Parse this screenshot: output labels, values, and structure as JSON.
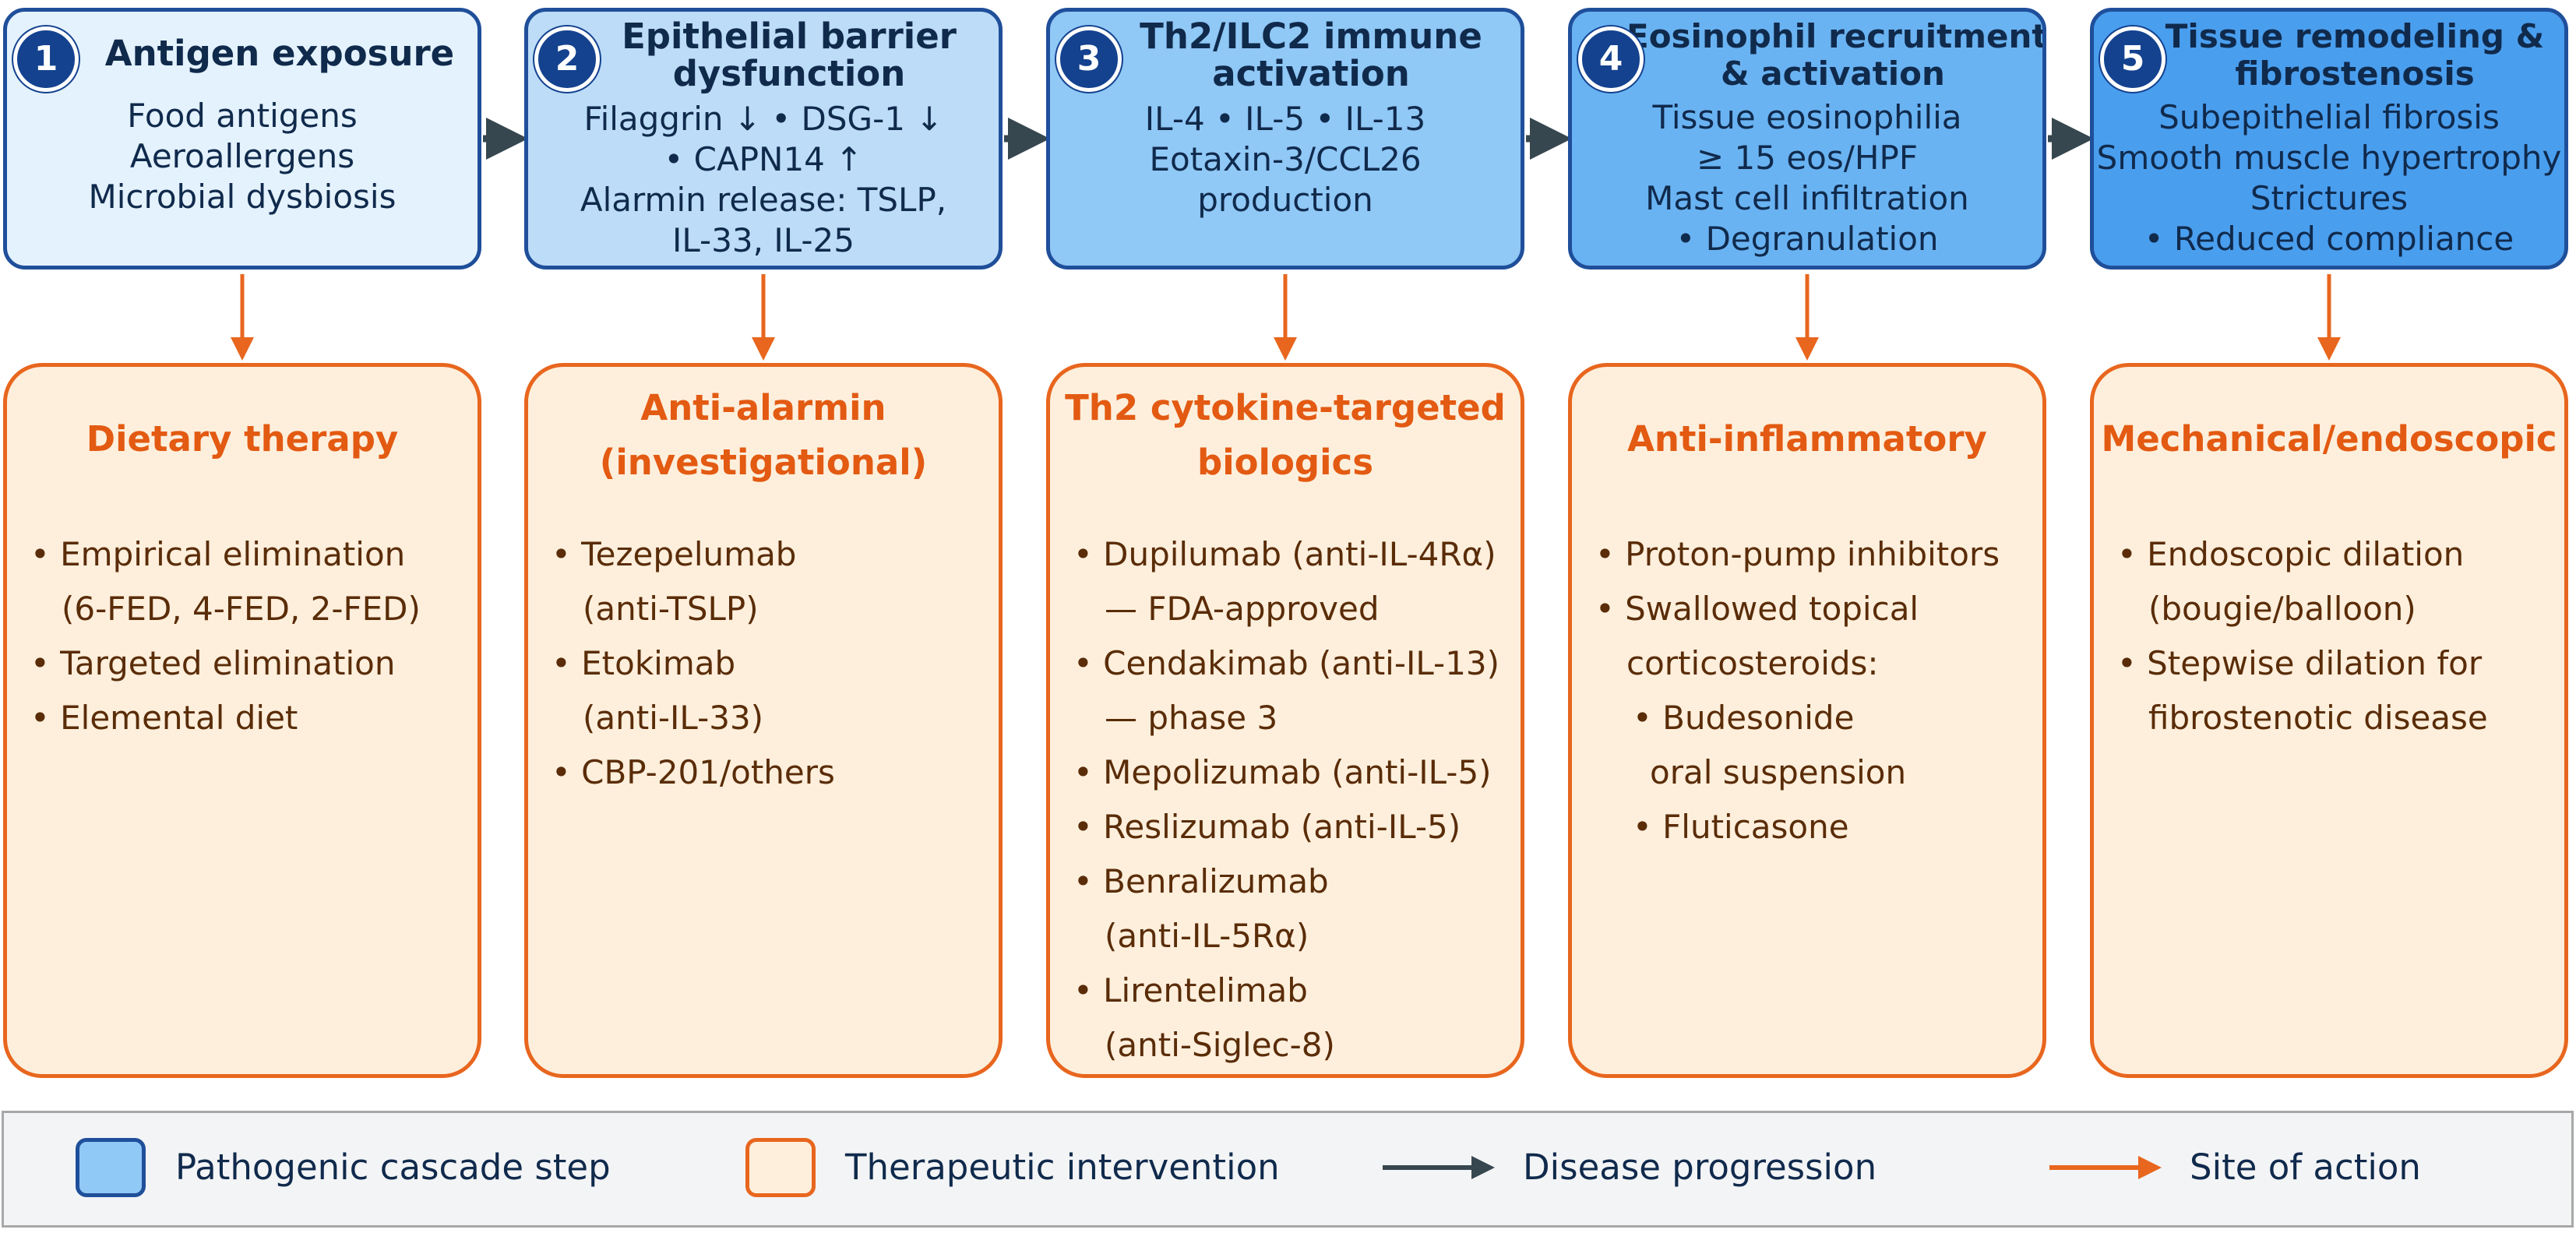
{
  "colors": {
    "step_border": "#1f4f9a",
    "step_fills": [
      "#e4f2fd",
      "#bcdcf8",
      "#90c8f6",
      "#6ab3f2",
      "#4a9eee"
    ],
    "badge": "#14428f",
    "therapy_border": "#e8661e",
    "therapy_fill": "#fdefdc",
    "therapy_title": "#e35a12",
    "progression_arrow": "#37474f",
    "action_arrow": "#e8661e"
  },
  "steps": [
    {
      "number": "1",
      "title_lines": [
        "Antigen exposure"
      ],
      "body_lines": [
        "Food antigens",
        "Aeroallergens",
        "Microbial dysbiosis"
      ]
    },
    {
      "number": "2",
      "title_lines": [
        "Epithelial barrier",
        "dysfunction"
      ],
      "body_lines": [
        "Filaggrin ↓ • DSG-1 ↓",
        "• CAPN14 ↑",
        "Alarmin release: TSLP,",
        "IL-33, IL-25"
      ]
    },
    {
      "number": "3",
      "title_lines": [
        "Th2/ILC2 immune",
        "activation"
      ],
      "body_lines": [
        "IL-4 • IL-5 • IL-13",
        "Eotaxin-3/CCL26",
        "production"
      ]
    },
    {
      "number": "4",
      "title_lines": [
        "Eosinophil recruitment",
        "& activation"
      ],
      "body_lines": [
        "Tissue eosinophilia",
        "≥ 15 eos/HPF",
        "Mast cell infiltration",
        "• Degranulation"
      ]
    },
    {
      "number": "5",
      "title_lines": [
        "Tissue remodeling &",
        "fibrostenosis"
      ],
      "body_lines": [
        "Subepithelial fibrosis",
        "Smooth muscle hypertrophy",
        "Strictures",
        "• Reduced compliance"
      ]
    }
  ],
  "therapies": [
    {
      "title_lines": [
        "Dietary therapy"
      ],
      "items": [
        {
          "text": "• Empirical elimination",
          "kind": "bullet"
        },
        {
          "text": "(6-FED, 4-FED, 2-FED)",
          "kind": "cont"
        },
        {
          "text": "• Targeted elimination",
          "kind": "bullet"
        },
        {
          "text": "• Elemental diet",
          "kind": "bullet"
        }
      ]
    },
    {
      "title_lines": [
        "Anti-alarmin",
        "(investigational)"
      ],
      "items": [
        {
          "text": "• Tezepelumab",
          "kind": "bullet"
        },
        {
          "text": "(anti-TSLP)",
          "kind": "cont"
        },
        {
          "text": "• Etokimab",
          "kind": "bullet"
        },
        {
          "text": "(anti-IL-33)",
          "kind": "cont"
        },
        {
          "text": "• CBP-201/others",
          "kind": "bullet"
        }
      ]
    },
    {
      "title_lines": [
        "Th2 cytokine-targeted",
        "biologics"
      ],
      "items": [
        {
          "text": "• Dupilumab (anti-IL-4Rα)",
          "kind": "bullet"
        },
        {
          "text": "— FDA-approved",
          "kind": "cont"
        },
        {
          "text": "• Cendakimab (anti-IL-13)",
          "kind": "bullet"
        },
        {
          "text": "— phase 3",
          "kind": "cont"
        },
        {
          "text": "• Mepolizumab (anti-IL-5)",
          "kind": "bullet"
        },
        {
          "text": "• Reslizumab (anti-IL-5)",
          "kind": "bullet"
        },
        {
          "text": "• Benralizumab",
          "kind": "bullet"
        },
        {
          "text": "(anti-IL-5Rα)",
          "kind": "cont"
        },
        {
          "text": "• Lirentelimab",
          "kind": "bullet"
        },
        {
          "text": "(anti-Siglec-8)",
          "kind": "cont"
        }
      ]
    },
    {
      "title_lines": [
        "Anti-inflammatory"
      ],
      "items": [
        {
          "text": "• Proton-pump inhibitors",
          "kind": "bullet"
        },
        {
          "text": "• Swallowed topical",
          "kind": "bullet"
        },
        {
          "text": "corticosteroids:",
          "kind": "cont"
        },
        {
          "text": "• Budesonide",
          "kind": "sub"
        },
        {
          "text": "oral suspension",
          "kind": "subcont"
        },
        {
          "text": "• Fluticasone",
          "kind": "sub"
        }
      ]
    },
    {
      "title_lines": [
        "Mechanical/endoscopic"
      ],
      "items": [
        {
          "text": "• Endoscopic dilation",
          "kind": "bullet"
        },
        {
          "text": "(bougie/balloon)",
          "kind": "cont"
        },
        {
          "text": "• Stepwise dilation for",
          "kind": "bullet"
        },
        {
          "text": "fibrostenotic disease",
          "kind": "cont"
        }
      ]
    }
  ],
  "legend": {
    "cascade_label": "Pathogenic cascade step",
    "therapy_label": "Therapeutic intervention",
    "progression_label": "Disease progression",
    "action_label": "Site of action"
  }
}
